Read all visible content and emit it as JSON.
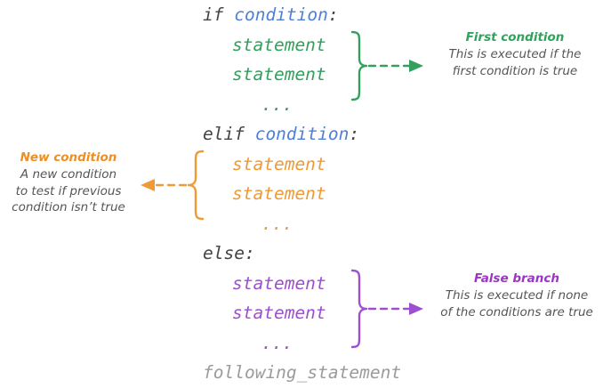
{
  "diagram": {
    "title": "Python if / elif / else statement structure",
    "background": "#ffffff"
  },
  "colors": {
    "keyword": "#444444",
    "condition_blue": "#4f80d8",
    "green": "#33a05d",
    "green_title": "#2fa35c",
    "orange": "#ef9a34",
    "orange_title": "#ef8f22",
    "purple": "#9e4fd0",
    "purple_title": "#9b35c4",
    "description_gray": "#555555",
    "trailing_gray": "#9b9b9b"
  },
  "code": {
    "if_keyword": "if ",
    "if_condition": "condition",
    "if_colon": ":",
    "elif_keyword": "elif ",
    "elif_condition": "condition",
    "elif_colon": ":",
    "else_line": "else:",
    "statement": "statement",
    "ellipsis": "...",
    "trailing": "following_statement"
  },
  "blocks": [
    {
      "name": "if-block",
      "color": "#33a05d",
      "lines": [
        "statement",
        "statement",
        "..."
      ]
    },
    {
      "name": "elif-block",
      "color": "#ef9a34",
      "lines": [
        "statement",
        "statement",
        "..."
      ]
    },
    {
      "name": "else-block",
      "color": "#9e4fd0",
      "lines": [
        "statement",
        "statement",
        "..."
      ]
    }
  ],
  "callouts": {
    "first": {
      "title": "First condition",
      "description_line1": "This is executed if the",
      "description_line2": "first condition is true"
    },
    "new": {
      "title": "New condition",
      "description_line1": "A new condition",
      "description_line2": "to test if previous",
      "description_line3": "condition isn’t true"
    },
    "false": {
      "title": "False branch",
      "description_line1": "This is executed if none",
      "description_line2": "of the conditions are true"
    }
  }
}
